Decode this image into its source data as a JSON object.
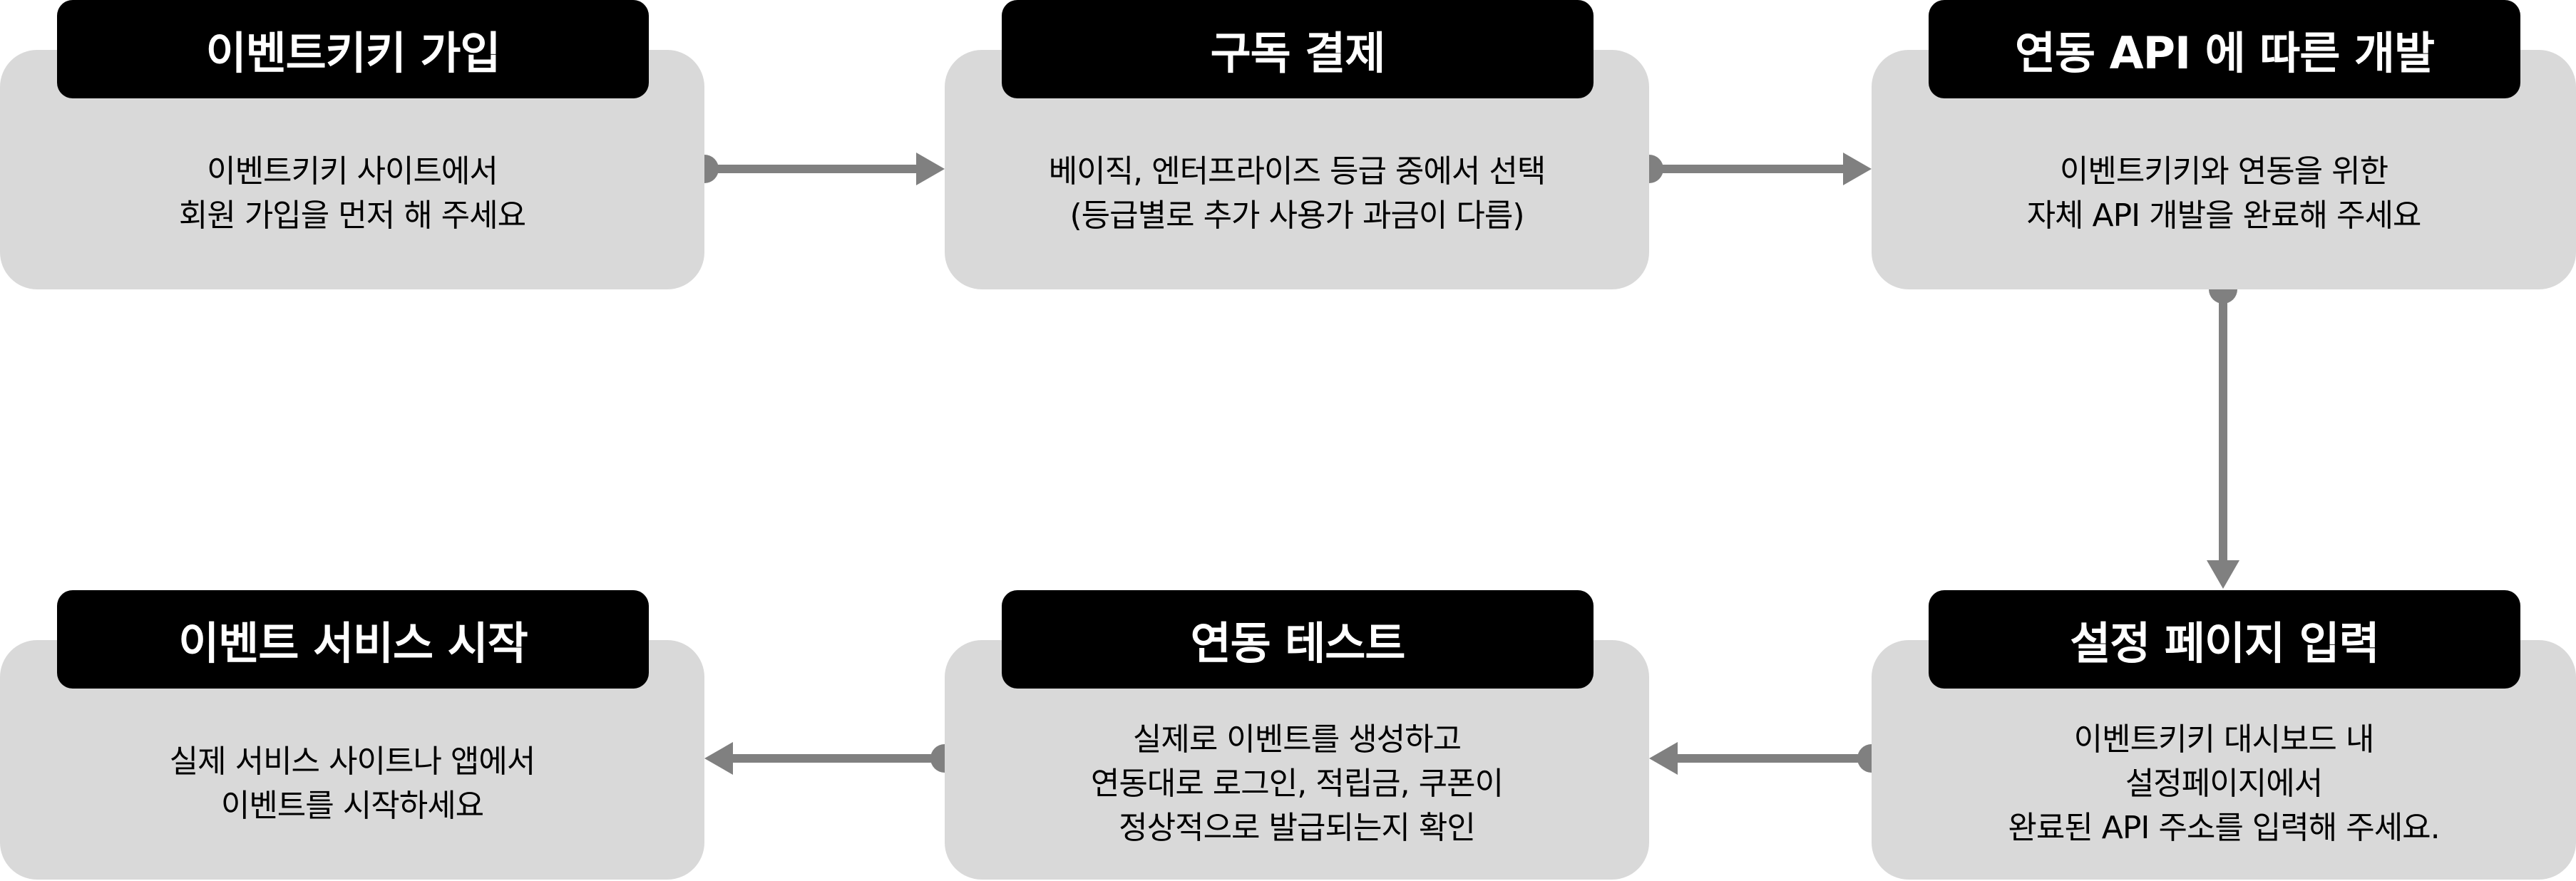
{
  "colors": {
    "box": "#d9d9d9",
    "title_bg": "#000000",
    "arrow": "#808080"
  },
  "steps": [
    {
      "title": "이벤트키키 가입",
      "lines": [
        "이벤트키키 사이트에서",
        "회원 가입을 먼저 해 주세요"
      ]
    },
    {
      "title": "구독 결제",
      "lines": [
        "베이직, 엔터프라이즈 등급 중에서 선택",
        "(등급별로 추가 사용가 과금이 다름)"
      ]
    },
    {
      "title": "연동 API 에 따른 개발",
      "lines": [
        "이벤트키키와 연동을 위한",
        "자체 API 개발을 완료해 주세요"
      ]
    },
    {
      "title": "설정 페이지 입력",
      "lines": [
        "이벤트키키 대시보드 내",
        "설정페이지에서",
        "완료된 API 주소를 입력해 주세요."
      ]
    },
    {
      "title": "연동 테스트",
      "lines": [
        "실제로 이벤트를 생성하고",
        "연동대로 로그인, 적립금, 쿠폰이",
        "정상적으로 발급되는지 확인"
      ]
    },
    {
      "title": "이벤트 서비스 시작",
      "lines": [
        "실제 서비스 사이트나 앱에서",
        "이벤트를 시작하세요"
      ]
    }
  ]
}
